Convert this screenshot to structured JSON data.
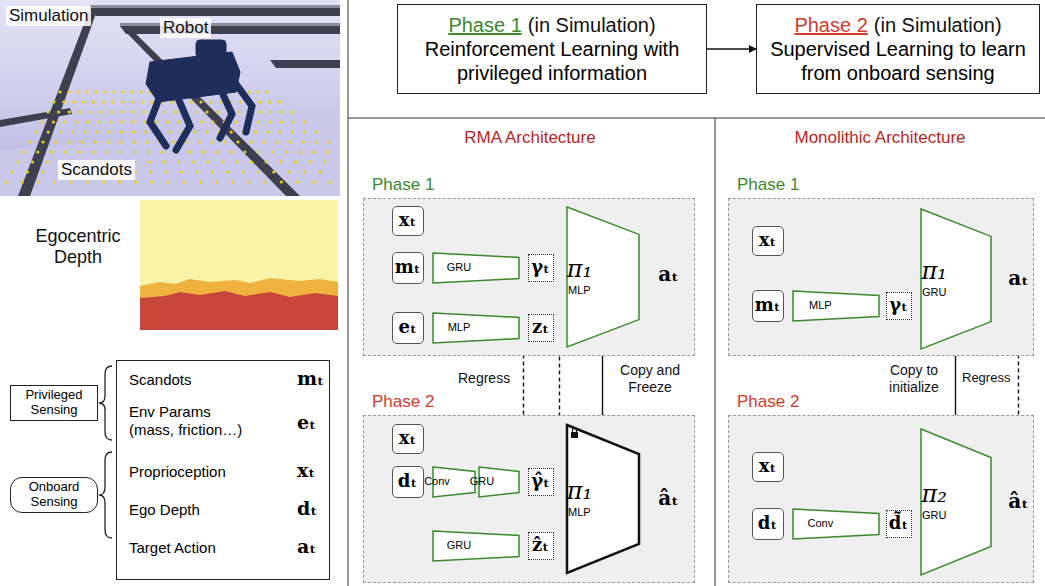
{
  "diagram": {
    "nodes": [
      {
        "text": [
          "Phase 1",
          "(in Simulation)",
          "Reinforcement Learning with privileged information"
        ]
      },
      {
        "text": [
          "Phase 2",
          "(in Simulation)",
          "Supervised Learning to learn from onboard sensing"
        ]
      },
      {
        "text": [
          "Privileged Sensing"
        ]
      },
      {
        "text": [
          "Scandots",
          "mₜ",
          "Env Params (mass, friction…)",
          "eₜ",
          "Proprioception",
          "xₜ",
          "Ego Depth",
          "dₜ",
          "Target Action",
          "aₜ"
        ]
      },
      {
        "text": [
          "Onboard Sensing"
        ]
      },
      {
        "text": [
          "Phase 1"
        ]
      },
      {
        "text": [
          "xₜ"
        ],
        "in": 5
      },
      {
        "text": [
          "mₜ"
        ],
        "in": 5
      },
      {
        "text": [
          "GRU"
        ],
        "in": 5
      },
      {
        "text": [
          "γₜ"
        ],
        "in": 5
      },
      {
        "text": [
          "eₜ"
        ],
        "in": 5
      },
      {
        "text": [
          "MLP"
        ],
        "in": 5
      },
      {
        "text": [
          "zₜ"
        ],
        "in": 5
      },
      {
        "text": [
          "π₁",
          "MLP"
        ],
        "in": 5
      },
      {
        "text": [
          "aₜ"
        ],
        "in": 5
      },
      {
        "text": [
          "Phase 2"
        ]
      },
      {
        "text": [
          "xₜ"
        ],
        "in": 15
      },
      {
        "text": [
          "dₜ"
        ],
        "in": 15
      },
      {
        "text": [
          "Conv"
        ],
        "in": 15
      },
      {
        "text": [
          "GRU"
        ],
        "in": 15
      },
      {
        "text": [
          "γ̂ₜ"
        ],
        "in": 15
      },
      {
        "text": [
          "GRU"
        ],
        "in": 15
      },
      {
        "text": [
          "ẑₜ"
        ],
        "in": 15
      },
      {
        "text": [
          "π₁",
          "MLP"
        ],
        "in": 15
      },
      {
        "text": [
          "âₜ"
        ],
        "in": 15
      },
      {
        "text": [
          "Phase 1"
        ]
      },
      {
        "text": [
          "xₜ"
        ],
        "in": 25
      },
      {
        "text": [
          "mₜ"
        ],
        "in": 25
      },
      {
        "text": [
          "MLP"
        ],
        "in": 25
      },
      {
        "text": [
          "γₜ"
        ],
        "in": 25
      },
      {
        "text": [
          "π₁",
          "GRU"
        ],
        "in": 25
      },
      {
        "text": [
          "aₜ"
        ],
        "in": 25
      },
      {
        "text": [
          "Phase 2"
        ]
      },
      {
        "text": [
          "xₜ"
        ],
        "in": 32
      },
      {
        "text": [
          "dₜ"
        ],
        "in": 32
      },
      {
        "text": [
          "Conv"
        ],
        "in": 32
      },
      {
        "text": [
          "d̃ₜ"
        ],
        "in": 32
      },
      {
        "text": [
          "π₂",
          "GRU"
        ],
        "in": 32
      },
      {
        "text": [
          "âₜ"
        ],
        "in": 32
      }
    ],
    "edges": [
      {
        "from": 0,
        "to": 1,
        "arrow": "to"
      },
      {
        "from": 6,
        "to": 13,
        "arrow": "to"
      },
      {
        "from": 13,
        "to": 14,
        "arrow": "to"
      },
      {
        "from": 9,
        "to": 20,
        "arrow": "both",
        "label": "Regress"
      },
      {
        "from": 12,
        "to": 22,
        "arrow": "both"
      },
      {
        "from": 13,
        "to": 23,
        "arrow": "to",
        "label": "Copy and Freeze"
      },
      {
        "from": 16,
        "to": 23,
        "arrow": "to"
      },
      {
        "from": 16,
        "to": 19,
        "arrow": "to"
      },
      {
        "from": 17,
        "to": 21,
        "arrow": "to"
      },
      {
        "from": 23,
        "to": 24,
        "arrow": "to"
      },
      {
        "from": 26,
        "to": 30,
        "arrow": "to"
      },
      {
        "from": 30,
        "to": 31,
        "arrow": "to"
      },
      {
        "from": 30,
        "to": 37,
        "arrow": "to",
        "label": "Copy to initialize"
      },
      {
        "from": 31,
        "to": 38,
        "arrow": "both",
        "label": "Regress"
      },
      {
        "from": 33,
        "to": 37,
        "arrow": "to"
      },
      {
        "from": 37,
        "to": 38,
        "arrow": "to"
      }
    ],
    "labels": [
      "Simulation",
      "Robot",
      "Scandots",
      "Egocentric Depth",
      "RMA Architecture",
      "Monolithic Architecture"
    ]
  }
}
